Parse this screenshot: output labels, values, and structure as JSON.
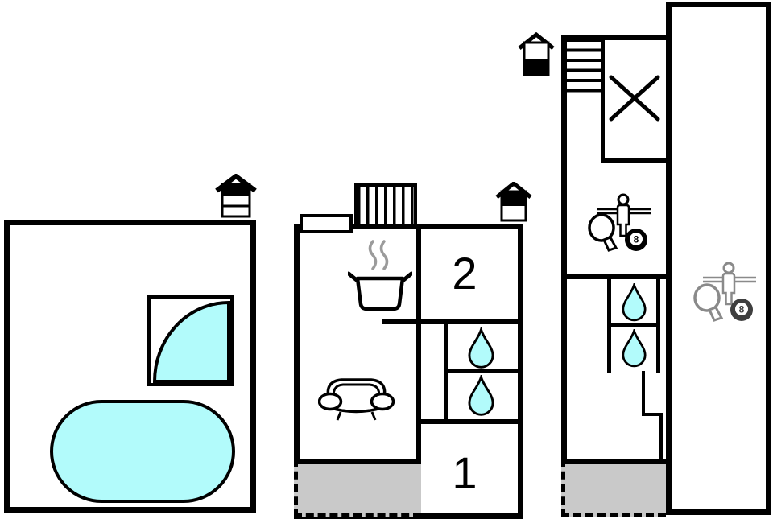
{
  "page": {
    "kind": "holiday-home floor plan",
    "background": "#FFFFFF"
  },
  "colors": {
    "wall": "#000000",
    "water": "#B2FBFB",
    "terrace": "#C9C9C9",
    "steam": "#9B9B9B",
    "annex_icon_gray": "#8A8A8A"
  },
  "labels": {
    "room_1": "1",
    "room_2": "2",
    "billiard_ball": "8"
  },
  "icons": {
    "left_level_indicator": "house-level-indicator (3 levels, top filled)",
    "middle_level_indicator": "house-level-indicator (2 levels, top filled)",
    "right_level_indicator": "house-level-indicator (2 levels, bottom filled)",
    "kitchen": "cooking-pot-with-steam-icon",
    "living_room": "sofa-icon",
    "bathroom": "water-drop-icon",
    "game_room": "foosball-tabletennis-billiards-icon",
    "stairs": "staircase-icon",
    "pool": "swimming-pool-shape",
    "whirlpool": "corner-bath-quarter-circle",
    "void": "x-cross-mark"
  }
}
